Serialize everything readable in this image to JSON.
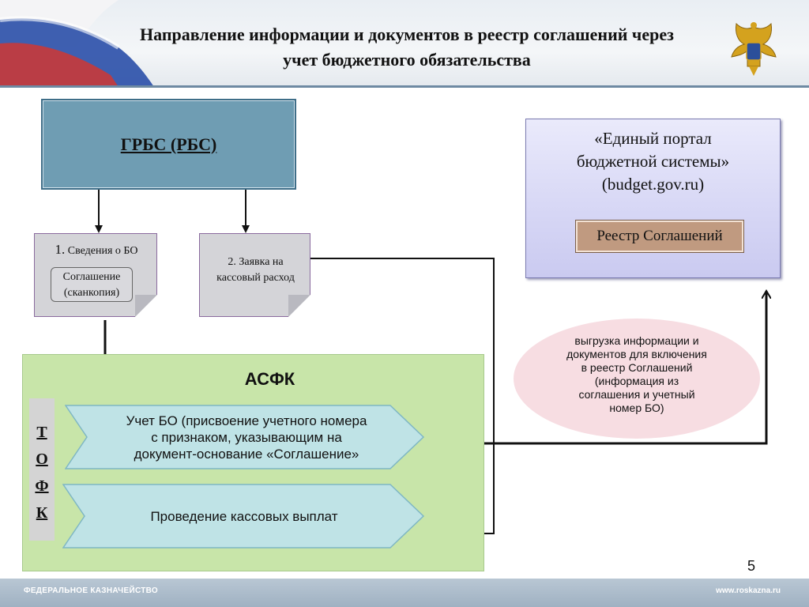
{
  "header": {
    "title_line1": "Направление информации и документов в реестр соглашений через",
    "title_line2": "учет бюджетного обязательства"
  },
  "grbs": {
    "label": "ГРБС (РБС)"
  },
  "doc1": {
    "number": "1.",
    "title": " Сведения о БО",
    "agreement_line1": "Соглашение",
    "agreement_line2": "(сканкопия)"
  },
  "doc2": {
    "line1": "2. Заявка на",
    "line2": "кассовый расход"
  },
  "portal": {
    "line1": "«Единый портал",
    "line2": "бюджетной системы»",
    "line3": "(budget.gov.ru)",
    "registry_label": "Реестр Соглашений"
  },
  "export_note": {
    "line1": "выгрузка информации и",
    "line2": "документов для включения",
    "line3": "в реестр Соглашений",
    "line4": "(информация из",
    "line5": "соглашения и учетный",
    "line6": "номер БО)"
  },
  "asfk": {
    "title": "АСФК",
    "tofk_letters": [
      "Т",
      "О",
      "Ф",
      "К"
    ],
    "step1_line1": "Учет БО (присвоение учетного номера",
    "step1_line2": "с признаком, указывающим на",
    "step1_line3": "документ-основание «Соглашение»",
    "step2": "Проведение кассовых выплат"
  },
  "page_number": "5",
  "footer": {
    "left": "ФЕДЕРАЛЬНОЕ КАЗНАЧЕЙСТВО",
    "right": "www.roskazna.ru"
  },
  "colors": {
    "grbs": "#6f9db3",
    "asfk": "#c8e5a9",
    "chevron": "#bfe3e6",
    "portal": "#d6d6f5",
    "ellipse": "#f7dde2",
    "registry": "#c09a80"
  }
}
